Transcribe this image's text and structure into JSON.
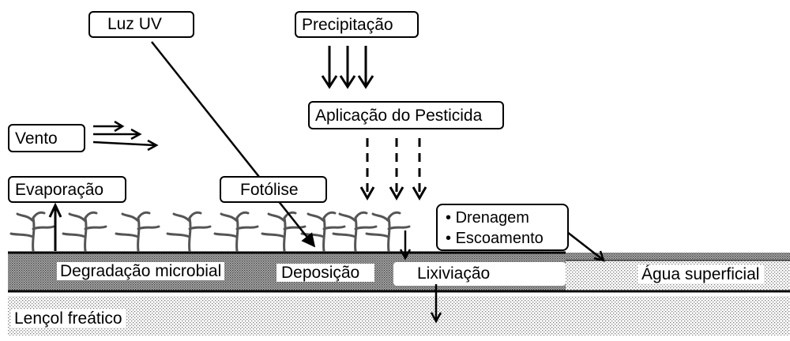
{
  "labels": {
    "luz_uv": "Luz UV",
    "precipitacao": "Precipitação",
    "aplicacao": "Aplicação do Pesticida",
    "vento": "Vento",
    "evaporacao": "Evaporação",
    "fotolise": "Fotólise",
    "drenagem": "Drenagem",
    "escoamento": "Escoamento",
    "degradacao": "Degradação microbial",
    "deposicao": "Deposição",
    "lixiviacao": "Lixiviação",
    "agua_superficial": "Água superficial",
    "lencol": "Lençol freático"
  },
  "bullet": "•"
}
